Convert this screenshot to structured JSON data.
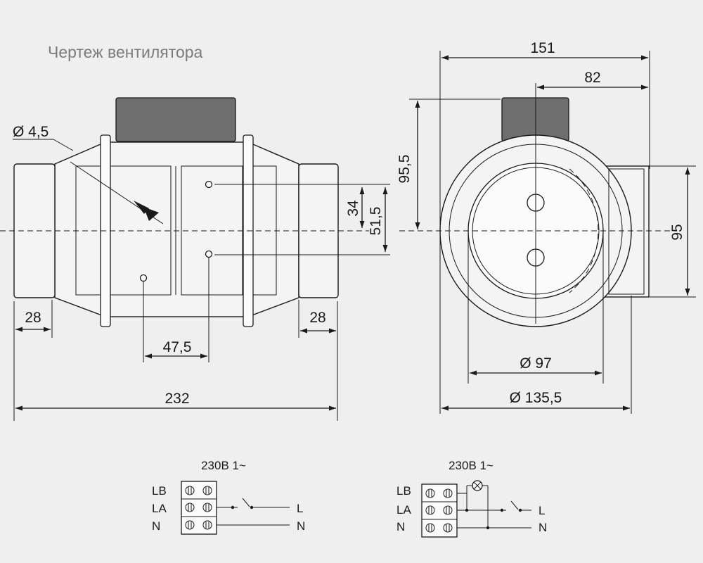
{
  "title": "Чертеж вентилятора",
  "dimensions": {
    "total_width": "151",
    "half_width": "82",
    "height_upper": "95,5",
    "height_right": "95",
    "hole_dia": "Ø 4,5",
    "hole_pitch": "34",
    "hole_offset": "51,5",
    "left_collar": "28",
    "right_collar": "28",
    "bottom_hole_gap": "47,5",
    "total_length": "232",
    "inner_dia": "Ø 97",
    "outer_dia": "Ø 135,5"
  },
  "wiring": {
    "left": {
      "supply": "230В 1~",
      "terminals": [
        "LB",
        "LA",
        "N"
      ],
      "outputs": [
        "L",
        "N"
      ]
    },
    "right": {
      "supply": "230В 1~",
      "terminals": [
        "LB",
        "LA",
        "N"
      ],
      "outputs": [
        "L",
        "N"
      ]
    }
  }
}
